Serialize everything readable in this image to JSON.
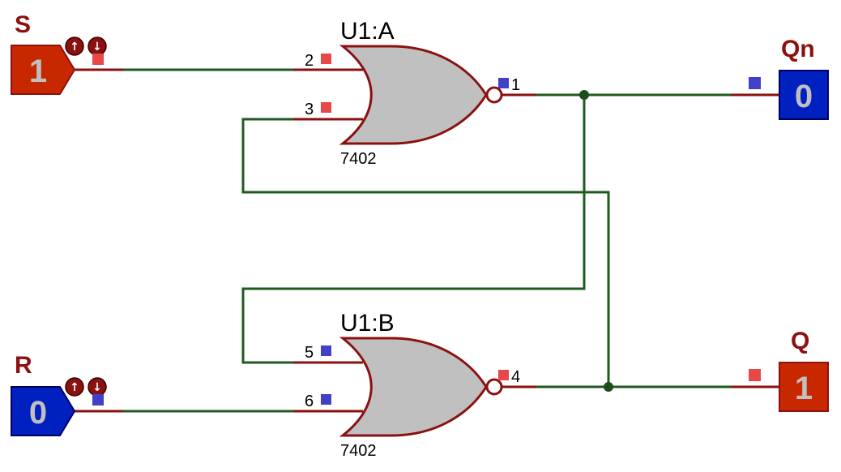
{
  "colors": {
    "wire": "#1f5a1f",
    "pin": "#8b1010",
    "gate_fill": "#c0c0c0",
    "high_state": "#c82800",
    "low_state": "#0020c0",
    "junction": "#1a4d1a"
  },
  "inputs": {
    "S": {
      "label": "S",
      "state": "1"
    },
    "R": {
      "label": "R",
      "state": "0"
    }
  },
  "outputs": {
    "Qn": {
      "label": "Qn",
      "state": "0"
    },
    "Q": {
      "label": "Q",
      "state": "1"
    }
  },
  "gates": {
    "A": {
      "name": "U1:A",
      "part": "7402",
      "pins": {
        "in1": "2",
        "in2": "3",
        "out": "1"
      }
    },
    "B": {
      "name": "U1:B",
      "part": "7402",
      "pins": {
        "in1": "5",
        "in2": "6",
        "out": "4"
      }
    }
  },
  "icons": {
    "up": "↑",
    "down": "↓"
  }
}
